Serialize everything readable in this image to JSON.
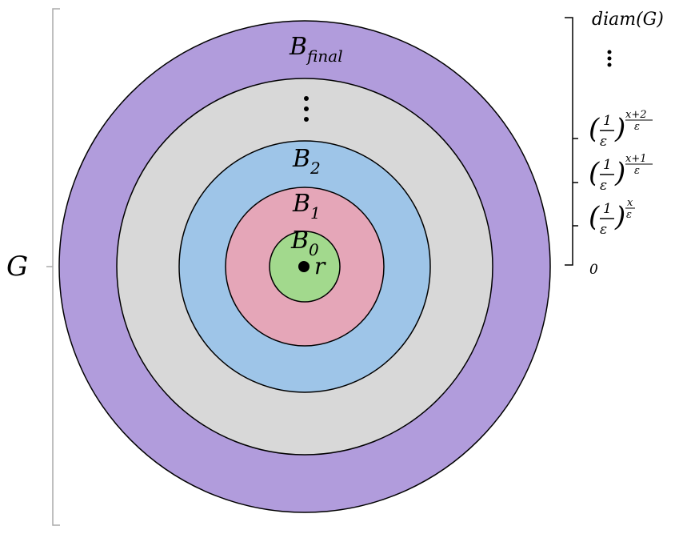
{
  "graph_label": "G",
  "ball_labels": {
    "b0": {
      "main": "B",
      "sub": "0"
    },
    "b1": {
      "main": "B",
      "sub": "1"
    },
    "b2": {
      "main": "B",
      "sub": "2"
    },
    "bfinal": {
      "main": "B",
      "sub": "final"
    }
  },
  "root_label": "r",
  "ellipsis": "⋮",
  "scale": {
    "top_label": "diam(G)",
    "zero_label": "0",
    "frac_num": "1",
    "frac_den": "ε",
    "exp_x": "x",
    "exp_x1": "x+1",
    "exp_x2": "x+2",
    "exp_den": "ε"
  },
  "colors": {
    "outer_ring": "#b19cdc",
    "gray_ring": "#d8d8d8",
    "blue_ring": "#9ec5e8",
    "pink_ring": "#e5a6b8",
    "green_core": "#a2d98d",
    "bracket": "#aaaaaa"
  }
}
